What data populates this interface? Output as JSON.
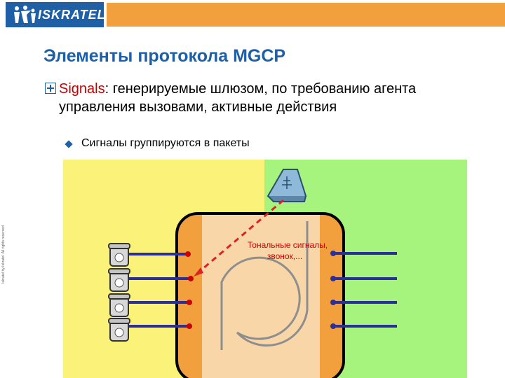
{
  "header": {
    "logo_text": "ISKRATEL",
    "brand_color": "#1f5fa6",
    "band_color": "#f2a03d"
  },
  "slide": {
    "title": "Элементы протокола MGCP",
    "bullet1_keyword": "Signals",
    "bullet1_rest": ": генерируемые шлюзом, по требованию агента управления вызовами, активные действия",
    "bullet2": "Сигналы группируются в пакеты",
    "side_copyright": "Iskratel by Iskratel. All rights reserved"
  },
  "diagram": {
    "signal_label_line1": "Тональные сигналы,",
    "signal_label_line2": "звонок,...",
    "colors": {
      "left_bg": "#fbf27a",
      "right_bg": "#a6f47e",
      "gateway_outer": "#f2a03d",
      "gateway_inner": "#f8d6a8",
      "line": "#2b2f9e",
      "endpoint": "#cc0000",
      "signal_arrow": "#dd2222"
    }
  }
}
